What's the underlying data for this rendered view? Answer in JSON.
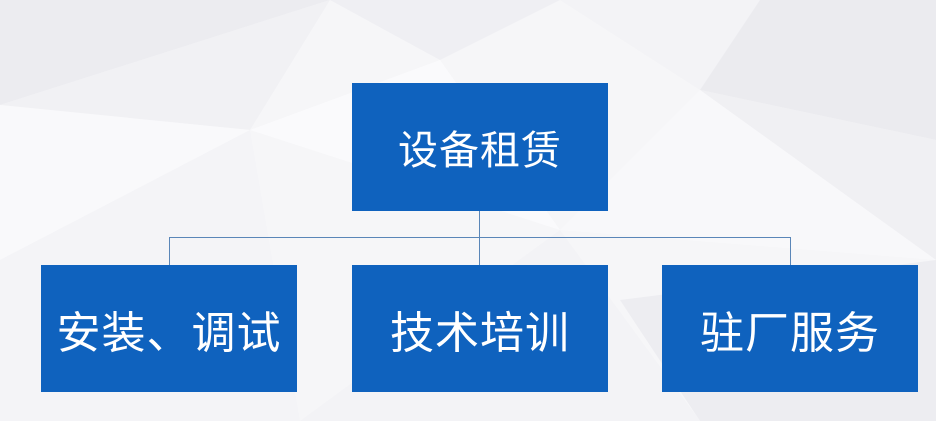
{
  "diagram": {
    "root": {
      "label": "设备租赁"
    },
    "children": [
      {
        "label": "安装、调试"
      },
      {
        "label": "技术培训"
      },
      {
        "label": "驻厂服务"
      }
    ]
  },
  "colors": {
    "node_fill": "#0f62be",
    "node_text": "#ffffff",
    "connector": "#5a86b8",
    "background": "#f7f7f9"
  }
}
